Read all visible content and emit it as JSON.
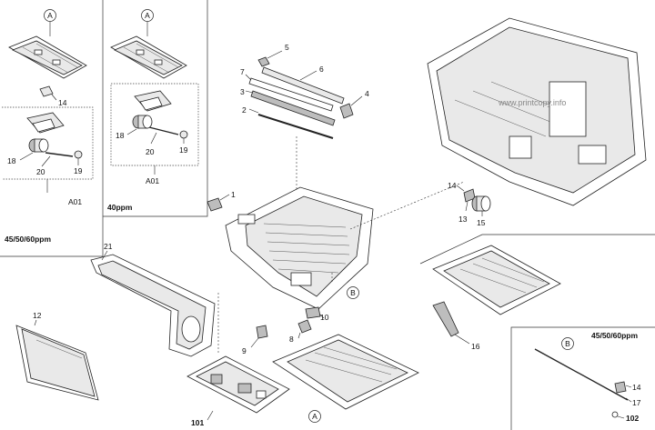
{
  "callouts": {
    "a": "A",
    "b": "B"
  },
  "variants": {
    "ppm_40": "40ppm",
    "ppm_45_50_60": "45/50/60ppm"
  },
  "assembly_label": "A01",
  "part_numbers": {
    "p1": "1",
    "p2": "2",
    "p3": "3",
    "p4": "4",
    "p5": "5",
    "p6": "6",
    "p7": "7",
    "p8": "8",
    "p9": "9",
    "p10": "10",
    "p12": "12",
    "p13": "13",
    "p14": "14",
    "p15": "15",
    "p16": "16",
    "p17": "17",
    "p18": "18",
    "p19": "19",
    "p20": "20",
    "p21": "21",
    "p101": "101",
    "p102": "102"
  },
  "watermark": "www.printcopy.info"
}
